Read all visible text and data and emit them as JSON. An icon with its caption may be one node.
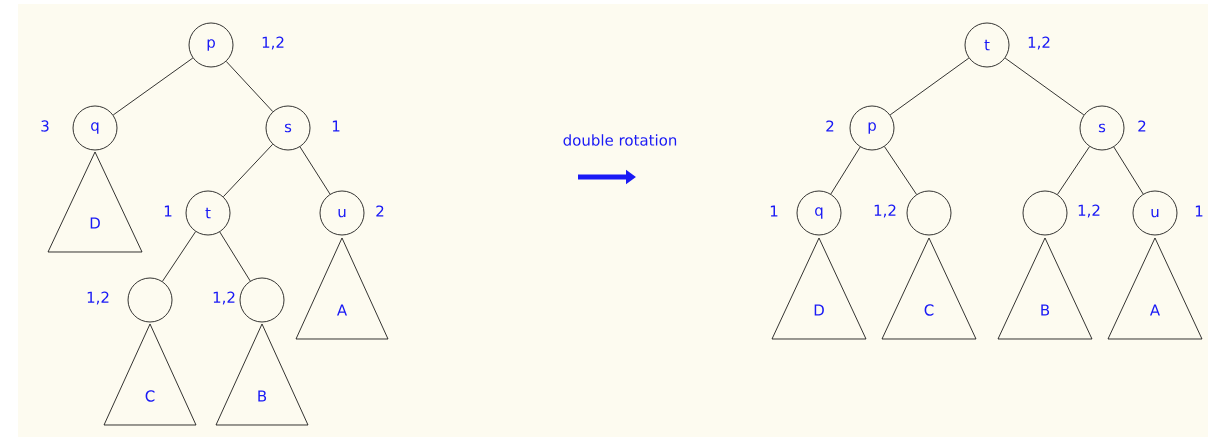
{
  "diagram": {
    "nodes": [
      {
        "text": [
          "p"
        ],
        "beside": [
          "1,2"
        ]
      },
      {
        "text": [
          "q"
        ],
        "beside": [
          "3"
        ]
      },
      {
        "text": [
          "s"
        ],
        "beside": [
          "1"
        ]
      },
      {
        "text": [
          "D"
        ]
      },
      {
        "text": [
          "t"
        ],
        "beside": [
          "1"
        ]
      },
      {
        "text": [
          "u"
        ],
        "beside": [
          "2"
        ]
      },
      {
        "text": [],
        "shape": "circle",
        "beside": [
          "1,2"
        ]
      },
      {
        "text": [],
        "shape": "circle",
        "beside": [
          "1,2"
        ]
      },
      {
        "text": [
          "C"
        ]
      },
      {
        "text": [
          "B"
        ]
      },
      {
        "text": [
          "A"
        ]
      },
      {
        "text": [
          "t"
        ],
        "beside": [
          "1,2"
        ]
      },
      {
        "text": [
          "p"
        ],
        "beside": [
          "2"
        ]
      },
      {
        "text": [
          "s"
        ],
        "beside": [
          "2"
        ]
      },
      {
        "text": [
          "q"
        ],
        "beside": [
          "1"
        ]
      },
      {
        "text": [],
        "shape": "circle",
        "beside": [
          "1,2"
        ]
      },
      {
        "text": [],
        "shape": "circle",
        "beside": [
          "1,2"
        ]
      },
      {
        "text": [
          "u"
        ],
        "beside": [
          "1"
        ]
      },
      {
        "text": [
          "D"
        ]
      },
      {
        "text": [
          "C"
        ]
      },
      {
        "text": [
          "B"
        ]
      },
      {
        "text": [
          "A"
        ]
      }
    ],
    "edges": [
      {
        "from": 0,
        "to": 1,
        "arrow": "none"
      },
      {
        "from": 0,
        "to": 2,
        "arrow": "none"
      },
      {
        "from": 2,
        "to": 4,
        "arrow": "none"
      },
      {
        "from": 2,
        "to": 5,
        "arrow": "none"
      },
      {
        "from": 4,
        "to": 6,
        "arrow": "none"
      },
      {
        "from": 4,
        "to": 7,
        "arrow": "none"
      },
      {
        "from": 11,
        "to": 12,
        "arrow": "none"
      },
      {
        "from": 11,
        "to": 13,
        "arrow": "none"
      },
      {
        "from": 12,
        "to": 14,
        "arrow": "none"
      },
      {
        "from": 12,
        "to": 15,
        "arrow": "none"
      },
      {
        "from": 13,
        "to": 16,
        "arrow": "none"
      },
      {
        "from": 13,
        "to": 17,
        "arrow": "none"
      }
    ],
    "labels": [
      "double rotation"
    ]
  }
}
